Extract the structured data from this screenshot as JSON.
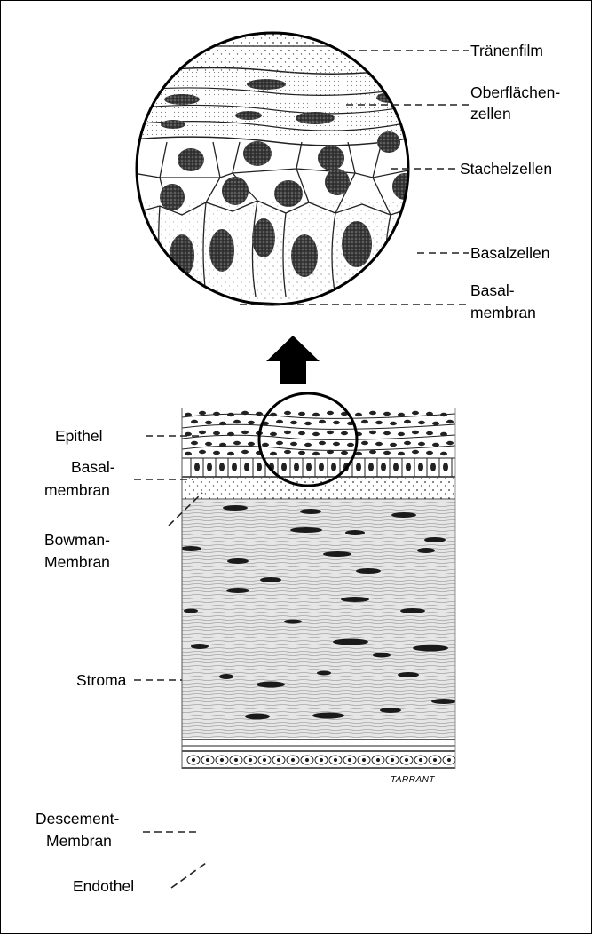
{
  "figure": {
    "zoom_labels": {
      "tear_film": "Tränenfilm",
      "surface_cells_1": "Oberflächen-",
      "surface_cells_2": "zellen",
      "spinous_cells": "Stachelzellen",
      "basal_cells": "Basalzellen",
      "basal_membrane_1": "Basal-",
      "basal_membrane_2": "membran"
    },
    "layer_labels": {
      "epithelium": "Epithel",
      "basal_membrane_1": "Basal-",
      "basal_membrane_2": "membran",
      "bowman_1": "Bowman-",
      "bowman_2": "Membran",
      "stroma": "Stroma",
      "descemet_1": "Descement-",
      "descemet_2": "Membran",
      "endothelium": "Endothel"
    },
    "artist_signature": "TARRANT"
  }
}
